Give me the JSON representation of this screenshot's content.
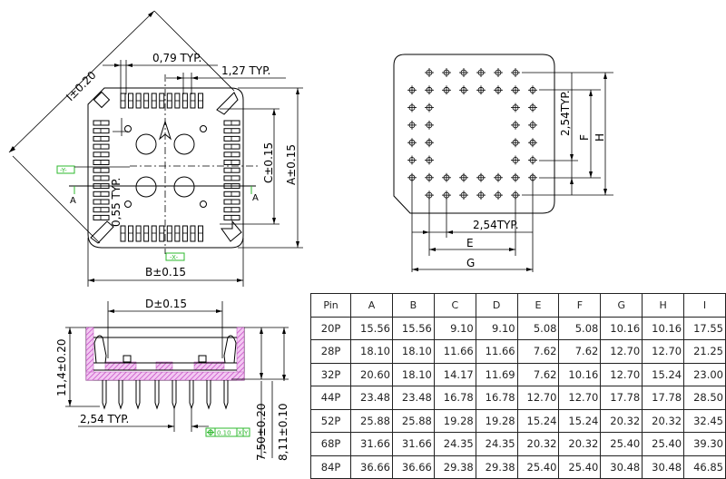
{
  "top_view": {
    "dim_diagonal": "I±0.20",
    "dim_pin_width": "0,79  TYP.",
    "dim_pitch": "1,27  TYP.",
    "dim_side_pitch": "0,55 TYP.",
    "dim_c": "C±0.15",
    "dim_a": "A±0.15",
    "dim_b": "B±0.15",
    "datum_y": "-Y-",
    "datum_x": "-X-",
    "section_left": "A",
    "section_right": "A"
  },
  "bottom_view": {
    "dim_h_pitch": "2,54TYP.",
    "dim_v_pitch": "2,54TYP.",
    "dim_e": "E",
    "dim_g": "G",
    "dim_f": "F",
    "dim_h": "H"
  },
  "side_view": {
    "dim_d": "D±0.15",
    "dim_height": "11,4±0.20",
    "dim_pitch": "2,54  TYP.",
    "dim_lead": "7,50±0.20",
    "dim_total": "8,11±0.10",
    "tolerance_value": "0.10",
    "tolerance_datum_1": "X",
    "tolerance_datum_2": "Y"
  },
  "table": {
    "headers": [
      "Pin",
      "A",
      "B",
      "C",
      "D",
      "E",
      "F",
      "G",
      "H",
      "I"
    ],
    "rows": [
      [
        "20P",
        "15.56",
        "15.56",
        "9.10",
        "9.10",
        "5.08",
        "5.08",
        "10.16",
        "10.16",
        "17.55"
      ],
      [
        "28P",
        "18.10",
        "18.10",
        "11.66",
        "11.66",
        "7.62",
        "7.62",
        "12.70",
        "12.70",
        "21.25"
      ],
      [
        "32P",
        "20.60",
        "18.10",
        "14.17",
        "11.69",
        "7.62",
        "10.16",
        "12.70",
        "15.24",
        "23.00"
      ],
      [
        "44P",
        "23.48",
        "23.48",
        "16.78",
        "16.78",
        "12.70",
        "12.70",
        "17.78",
        "17.78",
        "28.50"
      ],
      [
        "52P",
        "25.88",
        "25.88",
        "19.28",
        "19.28",
        "15.24",
        "15.24",
        "20.32",
        "20.32",
        "32.45"
      ],
      [
        "68P",
        "31.66",
        "31.66",
        "24.35",
        "24.35",
        "20.32",
        "20.32",
        "25.40",
        "25.40",
        "39.30"
      ],
      [
        "84P",
        "36.66",
        "36.66",
        "29.38",
        "29.38",
        "25.40",
        "25.40",
        "30.48",
        "30.48",
        "46.85"
      ]
    ]
  },
  "colors": {
    "datum": "#2db82d",
    "section_hatch": "#e7a3e6"
  }
}
